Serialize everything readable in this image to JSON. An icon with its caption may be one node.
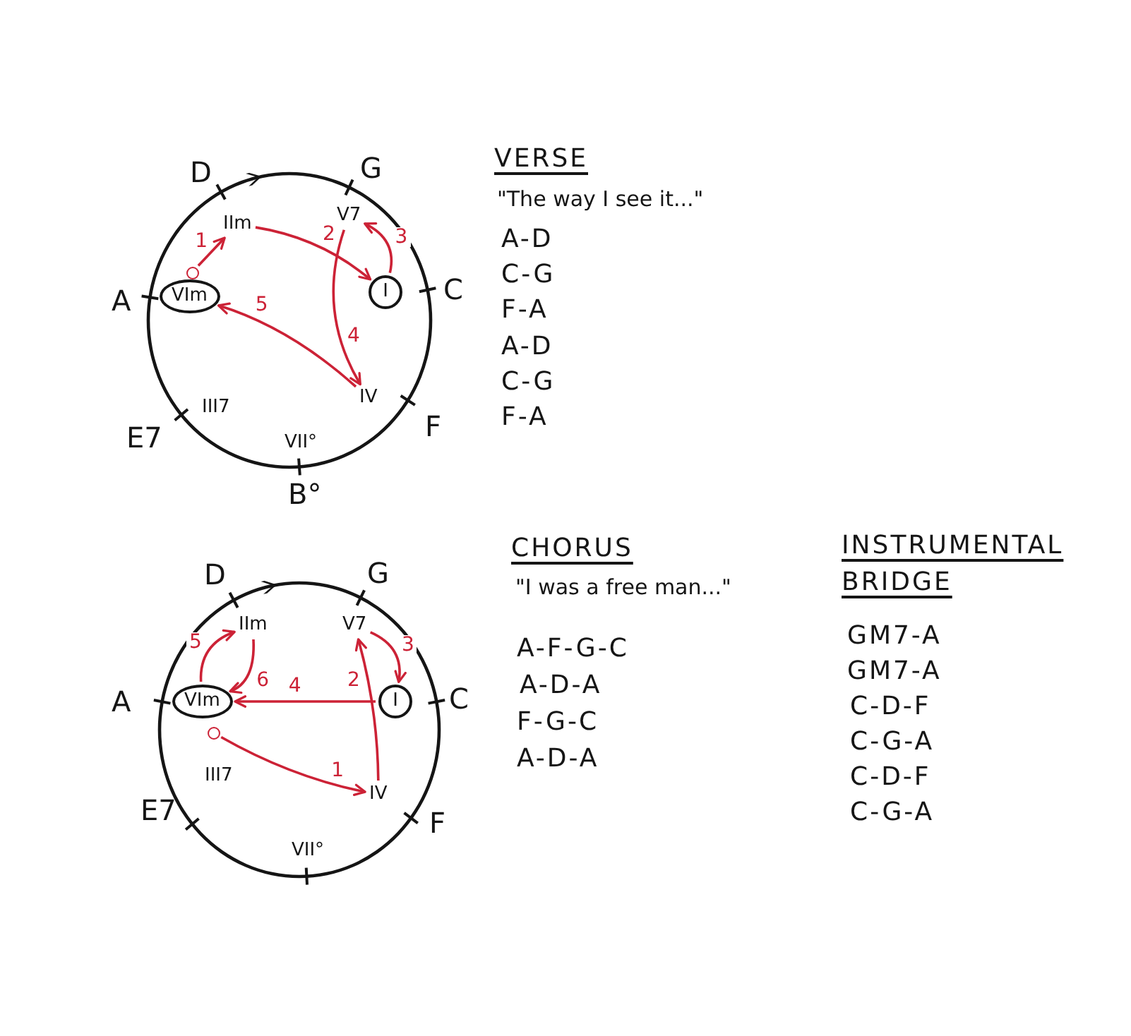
{
  "diagram": {
    "nodes": [
      {
        "text": [
          "IIm"
        ],
        "beside": [
          "D"
        ]
      },
      {
        "text": [
          "V7"
        ],
        "beside": [
          "G"
        ]
      },
      {
        "text": [],
        "shape": "circle"
      },
      {
        "text": [
          "VIm"
        ],
        "beside": [
          "A"
        ]
      },
      {
        "text": [
          "I"
        ],
        "beside": [
          "C"
        ]
      },
      {
        "text": [
          "IV"
        ],
        "beside": [
          "F"
        ]
      },
      {
        "text": [
          "IIm"
        ],
        "beside": [
          "D"
        ]
      },
      {
        "text": [
          "V7"
        ],
        "beside": [
          "G"
        ]
      },
      {
        "text": [
          "VIm"
        ],
        "beside": [
          "A"
        ]
      },
      {
        "text": [
          "I"
        ],
        "beside": [
          "C"
        ]
      },
      {
        "text": [],
        "shape": "circle"
      },
      {
        "text": [
          "IV"
        ],
        "beside": [
          "F"
        ]
      }
    ],
    "edges": [
      {
        "from": 2,
        "to": 0,
        "arrow": "to",
        "label": "1"
      },
      {
        "from": 0,
        "to": 4,
        "arrow": "to",
        "label": "2"
      },
      {
        "from": 4,
        "to": 1,
        "arrow": "to",
        "label": "3"
      },
      {
        "from": 1,
        "to": 5,
        "arrow": "to",
        "label": "4"
      },
      {
        "from": 5,
        "to": 3,
        "arrow": "to",
        "label": "5"
      },
      {
        "from": 10,
        "to": 11,
        "arrow": "to",
        "label": "1"
      },
      {
        "from": 11,
        "to": 7,
        "arrow": "to",
        "label": "2"
      },
      {
        "from": 7,
        "to": 9,
        "arrow": "to",
        "label": "3"
      },
      {
        "from": 9,
        "to": 8,
        "arrow": "to",
        "label": "4"
      },
      {
        "from": 8,
        "to": 6,
        "arrow": "to",
        "label": "5"
      },
      {
        "from": 6,
        "to": 8,
        "arrow": "to",
        "label": "6"
      }
    ],
    "labels": [
      "III7",
      "E7",
      "VII°",
      "B°",
      "VERSE",
      "\"The way I see it...\"",
      "A-D",
      "C-G",
      "F-A",
      "A-D",
      "C-G",
      "F-A",
      "III7",
      "E7",
      "VII°",
      "CHORUS",
      "\"I was a free man...\"",
      "A-F-G-C",
      "A-D-A",
      "F-G-C",
      "A-D-A",
      "INSTRUMENTAL BRIDGE",
      "GM7-A",
      "GM7-A",
      "C-D-F",
      "C-G-A",
      "C-D-F",
      "C-G-A"
    ]
  }
}
